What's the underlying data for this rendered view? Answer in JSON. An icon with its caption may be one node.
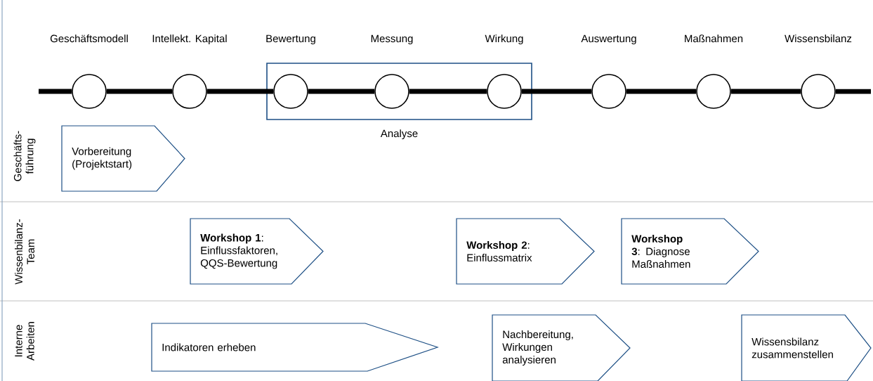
{
  "diagram": {
    "nodes": [
      {
        "text": [
          "Geschäftsmodell"
        ]
      },
      {
        "text": [
          "Intellekt. Kapital"
        ]
      },
      {
        "text": [
          "Analyse"
        ]
      },
      {
        "text": [
          "Bewertung"
        ],
        "in": 2
      },
      {
        "text": [
          "Messung"
        ],
        "in": 2
      },
      {
        "text": [
          "Wirkung"
        ],
        "in": 2
      },
      {
        "text": [
          "Auswertung"
        ]
      },
      {
        "text": [
          "Maßnahmen"
        ]
      },
      {
        "text": [
          "Wissensbilanz"
        ]
      },
      {
        "text": [
          "Vorbereitung (Projektstart)"
        ]
      },
      {
        "text": [
          "**Workshop 1**: Einflussfaktoren, QQS-Bewertung"
        ]
      },
      {
        "text": [
          "**Workshop 2**: Einflussmatrix"
        ]
      },
      {
        "text": [
          "**Workshop 3**: Diagnose Maßnahmen"
        ]
      },
      {
        "text": [
          "Indikatoren erheben"
        ]
      },
      {
        "text": [
          "Nachbereitung, Wirkungen analysieren"
        ]
      },
      {
        "text": [
          "Wissensbilanz zusammenstellen"
        ]
      }
    ],
    "edges": [
      {
        "from": null,
        "to": 0,
        "arrow": "none"
      },
      {
        "from": 0,
        "to": 1,
        "arrow": "none"
      },
      {
        "from": 1,
        "to": 3,
        "arrow": "none"
      },
      {
        "from": 3,
        "to": 4,
        "arrow": "none"
      },
      {
        "from": 4,
        "to": 5,
        "arrow": "none"
      },
      {
        "from": 5,
        "to": 6,
        "arrow": "none"
      },
      {
        "from": 6,
        "to": 7,
        "arrow": "none"
      },
      {
        "from": 7,
        "to": 8,
        "arrow": "none"
      },
      {
        "from": 8,
        "to": null,
        "arrow": "none"
      }
    ],
    "labels": [
      "Geschäfts- führung",
      "Wissenbilanz- Team",
      "Interne Arbeiten"
    ]
  }
}
